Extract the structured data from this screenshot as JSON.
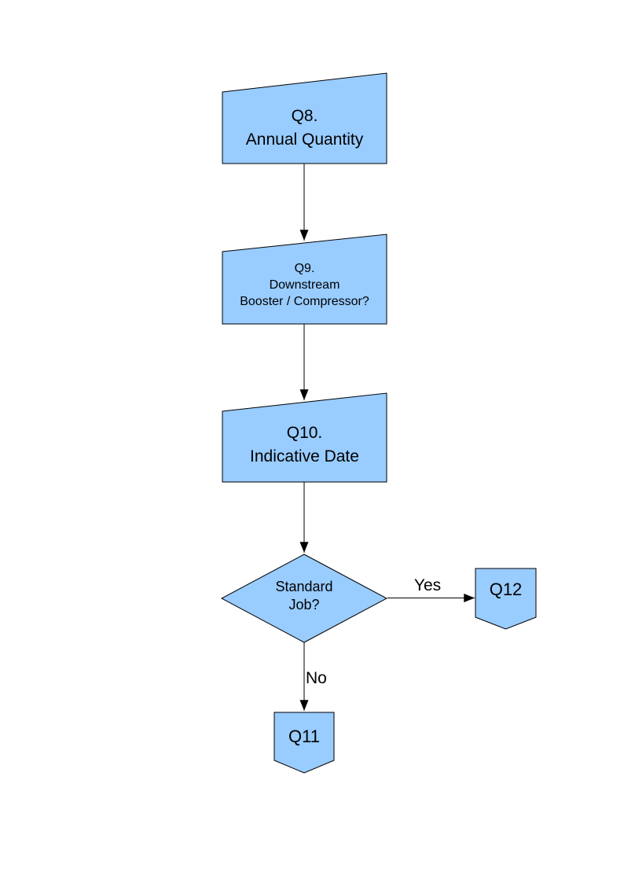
{
  "flowchart": {
    "style": {
      "node_fill": "#99CCFF",
      "node_border": "#000000",
      "edge_color": "#000000",
      "text_color": "#000000",
      "page_background": "#FFFFFF"
    },
    "nodes": {
      "q8": {
        "type": "manual-input",
        "lines": [
          "Q8.",
          "Annual Quantity"
        ]
      },
      "q9": {
        "type": "manual-input",
        "lines": [
          "Q9.",
          "Downstream",
          "Booster / Compressor?"
        ]
      },
      "q10": {
        "type": "manual-input",
        "lines": [
          "Q10.",
          "Indicative Date"
        ]
      },
      "standard_job": {
        "type": "decision",
        "lines": [
          "Standard",
          "Job?"
        ]
      },
      "q12": {
        "type": "off-page-connector",
        "lines": [
          "Q12"
        ]
      },
      "q11": {
        "type": "off-page-connector",
        "lines": [
          "Q11"
        ]
      }
    },
    "edges": [
      {
        "from": "q8",
        "to": "q9",
        "label": ""
      },
      {
        "from": "q9",
        "to": "q10",
        "label": ""
      },
      {
        "from": "q10",
        "to": "standard_job",
        "label": ""
      },
      {
        "from": "standard_job",
        "to": "q12",
        "label": "Yes"
      },
      {
        "from": "standard_job",
        "to": "q11",
        "label": "No"
      }
    ]
  }
}
